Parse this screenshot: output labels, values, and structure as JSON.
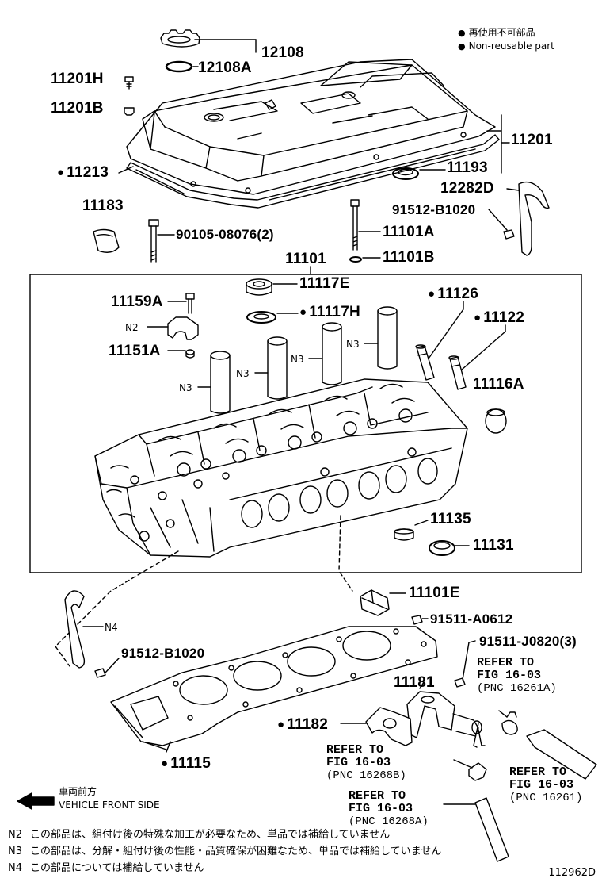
{
  "legend": {
    "line_jp": "再使用不可部品",
    "line_en": "Non-reusable part"
  },
  "part_labels": {
    "p12108": "12108",
    "p12108A": "12108A",
    "p11201H": "11201H",
    "p11201B": "11201B",
    "p11201": "11201",
    "p11213": "11213",
    "p11193": "11193",
    "p12282D": "12282D",
    "p91512_B1020_top": "91512-B1020",
    "p11183": "11183",
    "p90105": "90105-08076(2)",
    "p11101A": "11101A",
    "p11101B": "11101B",
    "p11101": "11101",
    "p11117E": "11117E",
    "p11117H": "11117H",
    "p11159A": "11159A",
    "p11126": "11126",
    "p11122": "11122",
    "p11151A": "11151A",
    "p11116A": "11116A",
    "p11135": "11135",
    "p11131": "11131",
    "p11101E": "11101E",
    "p91511_A0612": "91511-A0612",
    "p91511_J0820": "91511-J0820(3)",
    "p91512_B1020_bot": "91512-B1020",
    "p11181": "11181",
    "p11182": "11182",
    "p11115": "11115"
  },
  "tags": {
    "n2": "N2",
    "n3a": "N3",
    "n3b": "N3",
    "n3c": "N3",
    "n3d": "N3",
    "n4": "N4"
  },
  "refs": [
    {
      "l1": "REFER TO",
      "l2": "FIG 16-03",
      "l3": "(PNC 16261A)"
    },
    {
      "l1": "REFER TO",
      "l2": "FIG 16-03",
      "l3": "(PNC 16268B)"
    },
    {
      "l1": "REFER TO",
      "l2": "FIG 16-03",
      "l3": "(PNC 16261)"
    },
    {
      "l1": "REFER TO",
      "l2": "FIG 16-03",
      "l3": "(PNC 16268A)"
    }
  ],
  "front": {
    "jp": "車両前方",
    "en": "VEHICLE FRONT SIDE"
  },
  "footnotes": [
    {
      "key": "N2",
      "text": "この部品は、組付け後の特殊な加工が必要なため、単品では補給していません"
    },
    {
      "key": "N3",
      "text": "この部品は、分解・組付け後の性能・品質確保が困難なため、単品では補給していません"
    },
    {
      "key": "N4",
      "text": "この部品については補給していません"
    }
  ],
  "image_id": "112962D",
  "colors": {
    "ink": "#000000",
    "paper": "#ffffff"
  }
}
